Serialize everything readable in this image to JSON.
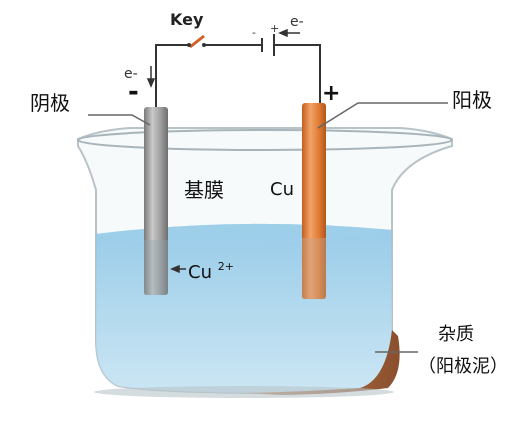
{
  "labels": {
    "key": "Key",
    "electron_top": "e-",
    "electron_left": "e-",
    "battery_minus": "-",
    "battery_plus": "+",
    "terminal_negative": "-",
    "terminal_positive": "+",
    "cathode": "阴极",
    "anode": "阳极",
    "cathode_substrate": "基膜",
    "anode_metal": "Cu",
    "ion_base": "Cu",
    "ion_charge": "2+",
    "sludge_line1": "杂质",
    "sludge_line2": "（阳极泥）"
  },
  "colors": {
    "cathode": "#8f8f8f",
    "anode": "#e07c34",
    "solution": "#a9d3ea",
    "wire": "#333333",
    "key": "#d2602a",
    "sludge": "#9b5b3a",
    "leader": "#666666"
  }
}
